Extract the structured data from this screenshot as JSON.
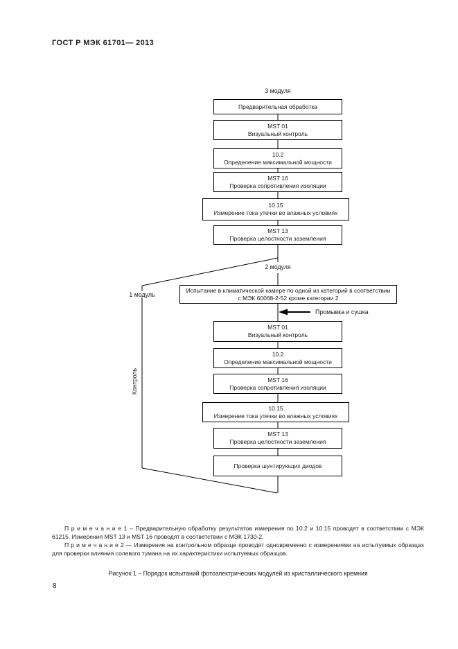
{
  "page": {
    "header": "ГОСТ Р МЭК 61701— 2013",
    "page_number": "8"
  },
  "flowchart": {
    "label_3_modules": "3 модуля",
    "label_2_modules": "2 модуля",
    "label_1_module": "1 модуль",
    "label_control": "Контроль",
    "wash_label": "Промывка и сушка",
    "top_chain": [
      {
        "code": "",
        "title": "Предварительная обработка"
      },
      {
        "code": "MST 01",
        "title": "Визуальный контроль"
      },
      {
        "code": "10.2",
        "title": "Определение максимальной мощности"
      },
      {
        "code": "MST 16",
        "title": "Проверка сопротивления изоляции"
      },
      {
        "code": "10.15",
        "title": "Измерение тока утечки во влажных условиях"
      },
      {
        "code": "MST 13",
        "title": "Проверка целостности заземления"
      }
    ],
    "climate_box": {
      "line1": "Испытание в климатической камере по одной из категорий в соответствии",
      "line2": "с МЭК 60068-2-52 кроме категории 2"
    },
    "bottom_chain": [
      {
        "code": "MST 01",
        "title": "Визуальный контроль"
      },
      {
        "code": "10.2",
        "title": "Определение максимальной мощности"
      },
      {
        "code": "MST 16",
        "title": "Проверка сопротивления изоляции"
      },
      {
        "code": "10.15",
        "title": "Измерение тока утечки во влажных условиях"
      },
      {
        "code": "MST 13",
        "title": "Проверка целостности заземления"
      },
      {
        "code": "",
        "title": "Проверка шунтирующих диодов"
      }
    ]
  },
  "notes": {
    "note1": "П р и м е ч а н и е   1 – Предварительную обработку результатов измерения по 10.2 и 10.15 проводят в соответствии с МЭК 61215. Измерения MST 13 и MST 16 проводят в соответствии с МЭК 1730-2.",
    "note2": "П р и м е ч а н и е   2 — Измерения на контрольном образце проводят одновременно с измерениями на испытуемых образцах для проверки влияния солевого тумана на их характеристики испытуемых образцов."
  },
  "caption": "Рисунок 1 – Порядок испытаний фотоэлектрических модулей из кристаллического кремния"
}
